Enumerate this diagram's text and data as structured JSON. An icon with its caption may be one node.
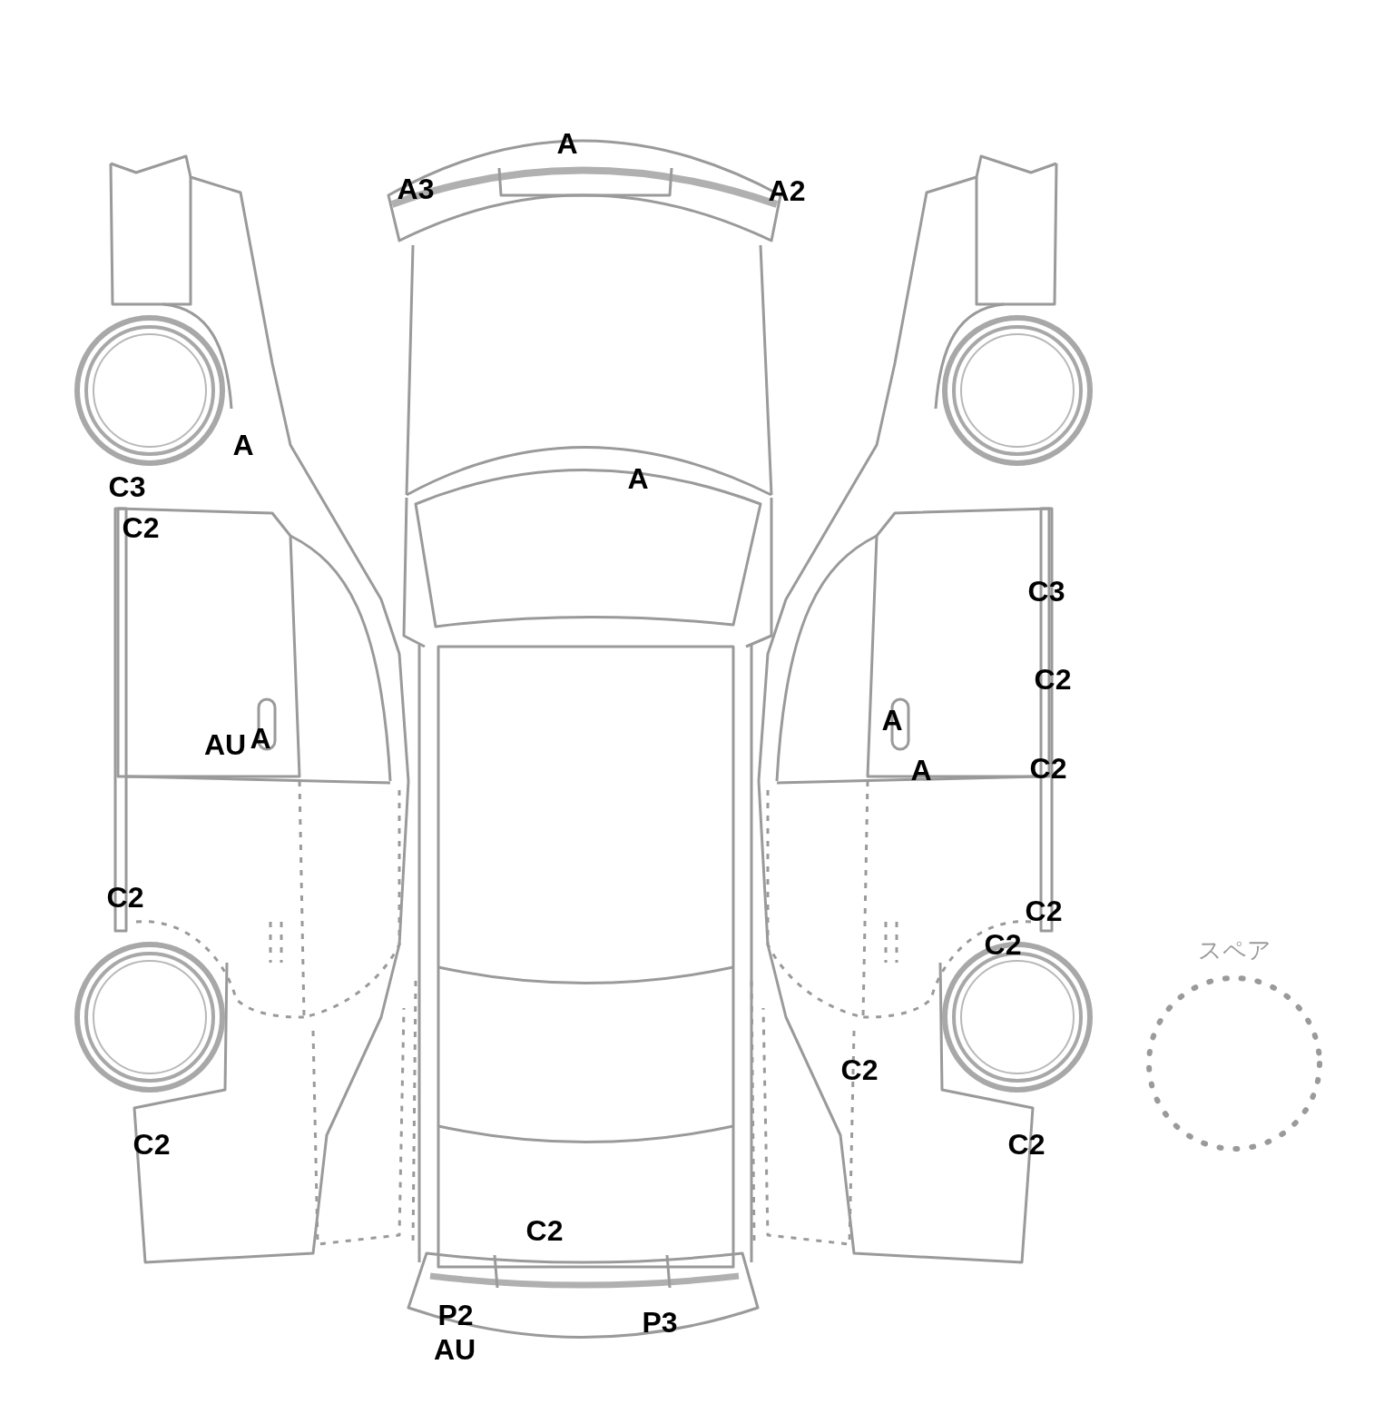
{
  "diagram": {
    "nodes": [
      {
        "text": [
          "スペア"
        ]
      }
    ],
    "labels": [
      "A",
      "A3",
      "A2",
      "A",
      "A",
      "C3",
      "C2",
      "C3",
      "C2",
      "A",
      "AU",
      "A",
      "A",
      "C2",
      "C2",
      "C2",
      "C2",
      "C2",
      "C2",
      "C2",
      "C2",
      "P2",
      "P3",
      "AU"
    ]
  }
}
